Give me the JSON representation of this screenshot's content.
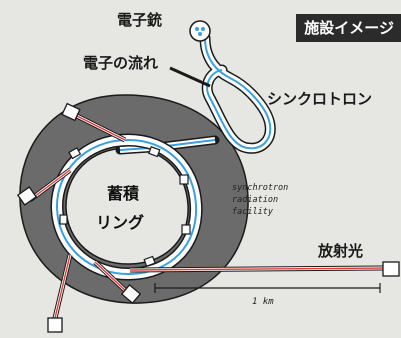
{
  "badge": "施設イメージ",
  "labels": {
    "electron_gun": "電子銃",
    "electron_flow": "電子の流れ",
    "synchrotron": "シンクロトロン",
    "ring_line1": "蓄積",
    "ring_line2": "リング",
    "radiation": "放射光",
    "scale": "1 km"
  },
  "facility_note": [
    "synchrotron",
    "radiation",
    "facility"
  ],
  "colors": {
    "background": "#e6e6e3",
    "ring_fill": "#6b6b6b",
    "beam_blue": "#3aa0e0",
    "beam_red": "#e03a3a",
    "outline": "#1a1a1a",
    "badge_bg": "#2b2b2b"
  }
}
